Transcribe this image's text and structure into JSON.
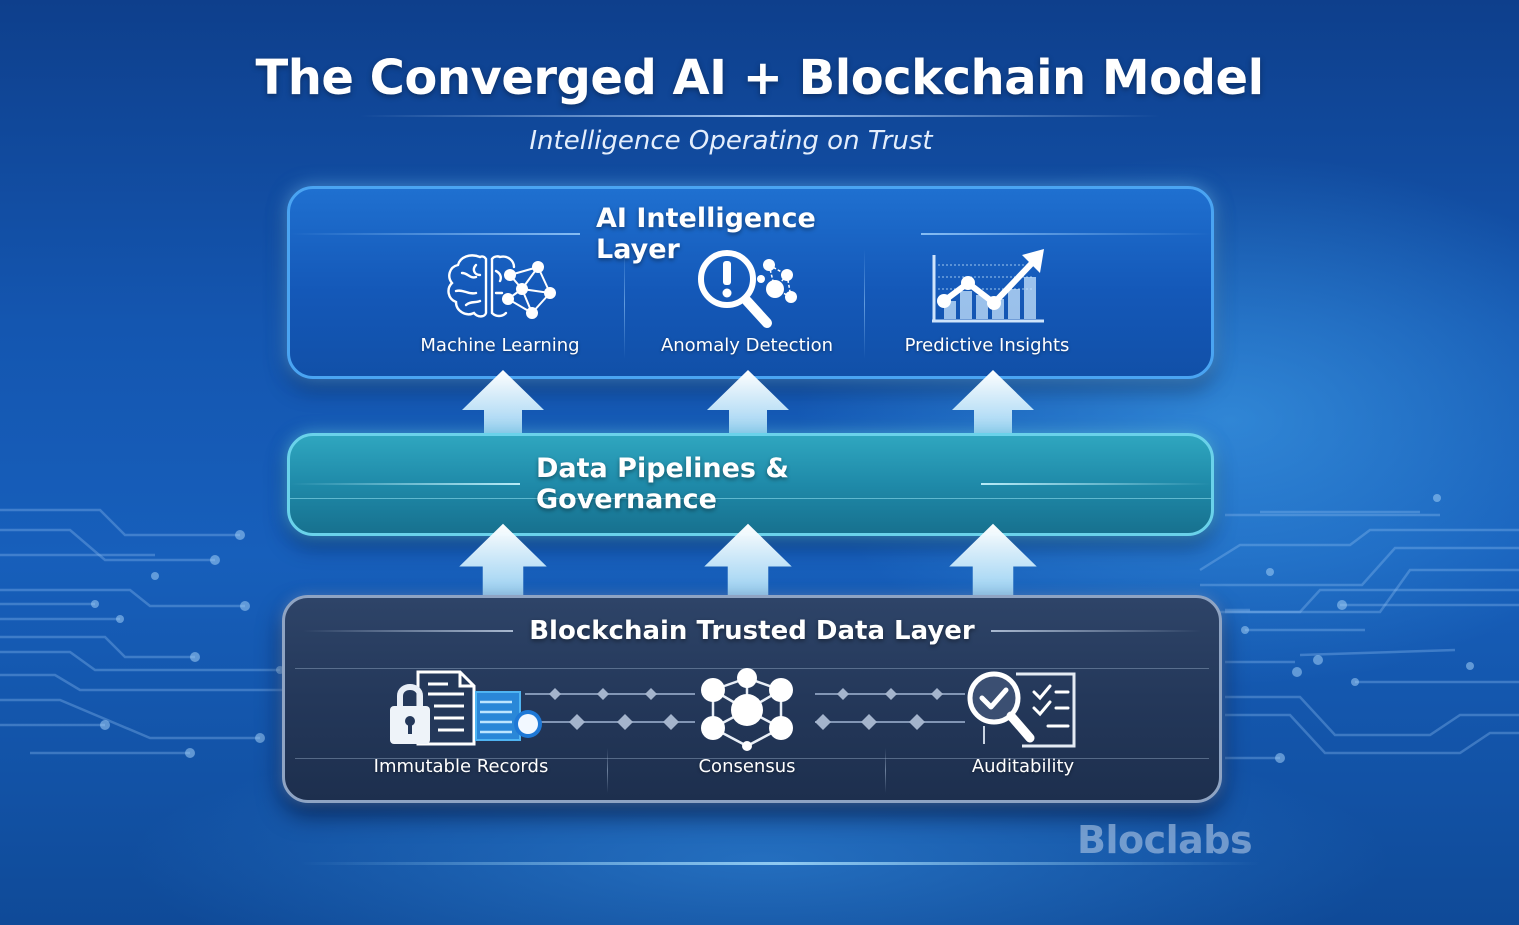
{
  "header": {
    "title": "The Converged AI + Blockchain Model",
    "subtitle": "Intelligence Operating on Trust"
  },
  "layers": {
    "ai": {
      "title": "AI Intelligence Layer",
      "items": [
        {
          "label": "Machine Learning",
          "icon": "brain-network-icon"
        },
        {
          "label": "Anomaly Detection",
          "icon": "magnifier-alert-icon"
        },
        {
          "label": "Predictive Insights",
          "icon": "trend-chart-icon"
        }
      ]
    },
    "data": {
      "title": "Data Pipelines & Governance"
    },
    "chain": {
      "title": "Blockchain Trusted Data Layer",
      "items": [
        {
          "label": "Immutable Records",
          "icon": "locked-document-icon"
        },
        {
          "label": "Consensus",
          "icon": "node-network-icon"
        },
        {
          "label": "Auditability",
          "icon": "audit-checklist-icon"
        }
      ]
    }
  },
  "flow": {
    "direction": "upward",
    "arrow_icon": "up-arrow-icon"
  },
  "brand": {
    "watermark": "Bloclabs"
  },
  "colors": {
    "background": "#1456b0",
    "ai_layer": "#1a64c4",
    "data_layer": "#2494b1",
    "chain_layer": "#26395c",
    "text": "#ffffff"
  }
}
